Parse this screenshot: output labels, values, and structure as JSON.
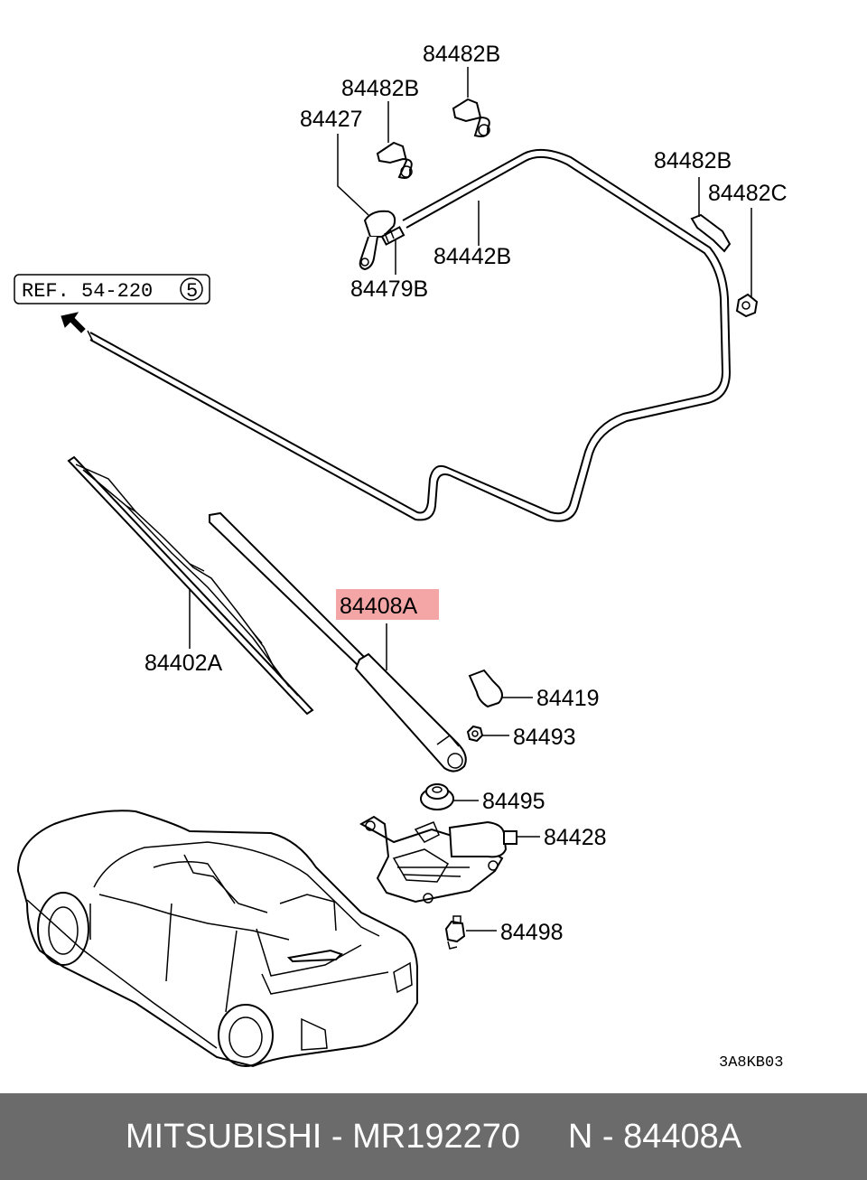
{
  "labels": {
    "p84482b_top": "84482B",
    "p84482b_left": "84482B",
    "p84427": "84427",
    "p84482b_right": "84482B",
    "p84482c": "84482C",
    "p84442b": "84442B",
    "p84479b": "84479B",
    "ref": "REF. 54-220",
    "ref_circle": "5",
    "p84408a": "84408A",
    "p84402a": "84402A",
    "p84419": "84419",
    "p84493": "84493",
    "p84495": "84495",
    "p84428": "84428",
    "p84498": "84498",
    "drawing_code": "3A8KB03"
  },
  "highlight_color": "#f4a6a6",
  "footer": {
    "brand": "MITSUBISHI",
    "part_number": "MR192270",
    "ref": "N - 84408A",
    "background": "#6b6b6b"
  }
}
